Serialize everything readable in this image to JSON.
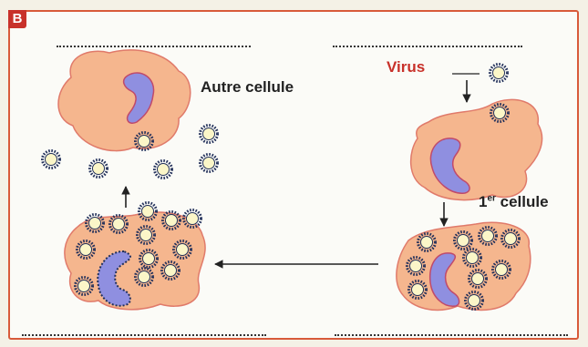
{
  "panel": {
    "badge": "B"
  },
  "labels": {
    "autre_cellule": "Autre cellule",
    "virus": "Virus",
    "premiere_cellule_num": "1",
    "premiere_cellule_sup": "er",
    "premiere_cellule_word": " cellule"
  },
  "colors": {
    "cell_fill": "#f5b68e",
    "cell_edge": "#e07a6a",
    "nucleus": "#8f8fe0",
    "nucleus_edge": "#c04a6a",
    "virus_fill": "#fbf6c8",
    "virus_spike": "#22305a",
    "border": "#d85a3a"
  }
}
